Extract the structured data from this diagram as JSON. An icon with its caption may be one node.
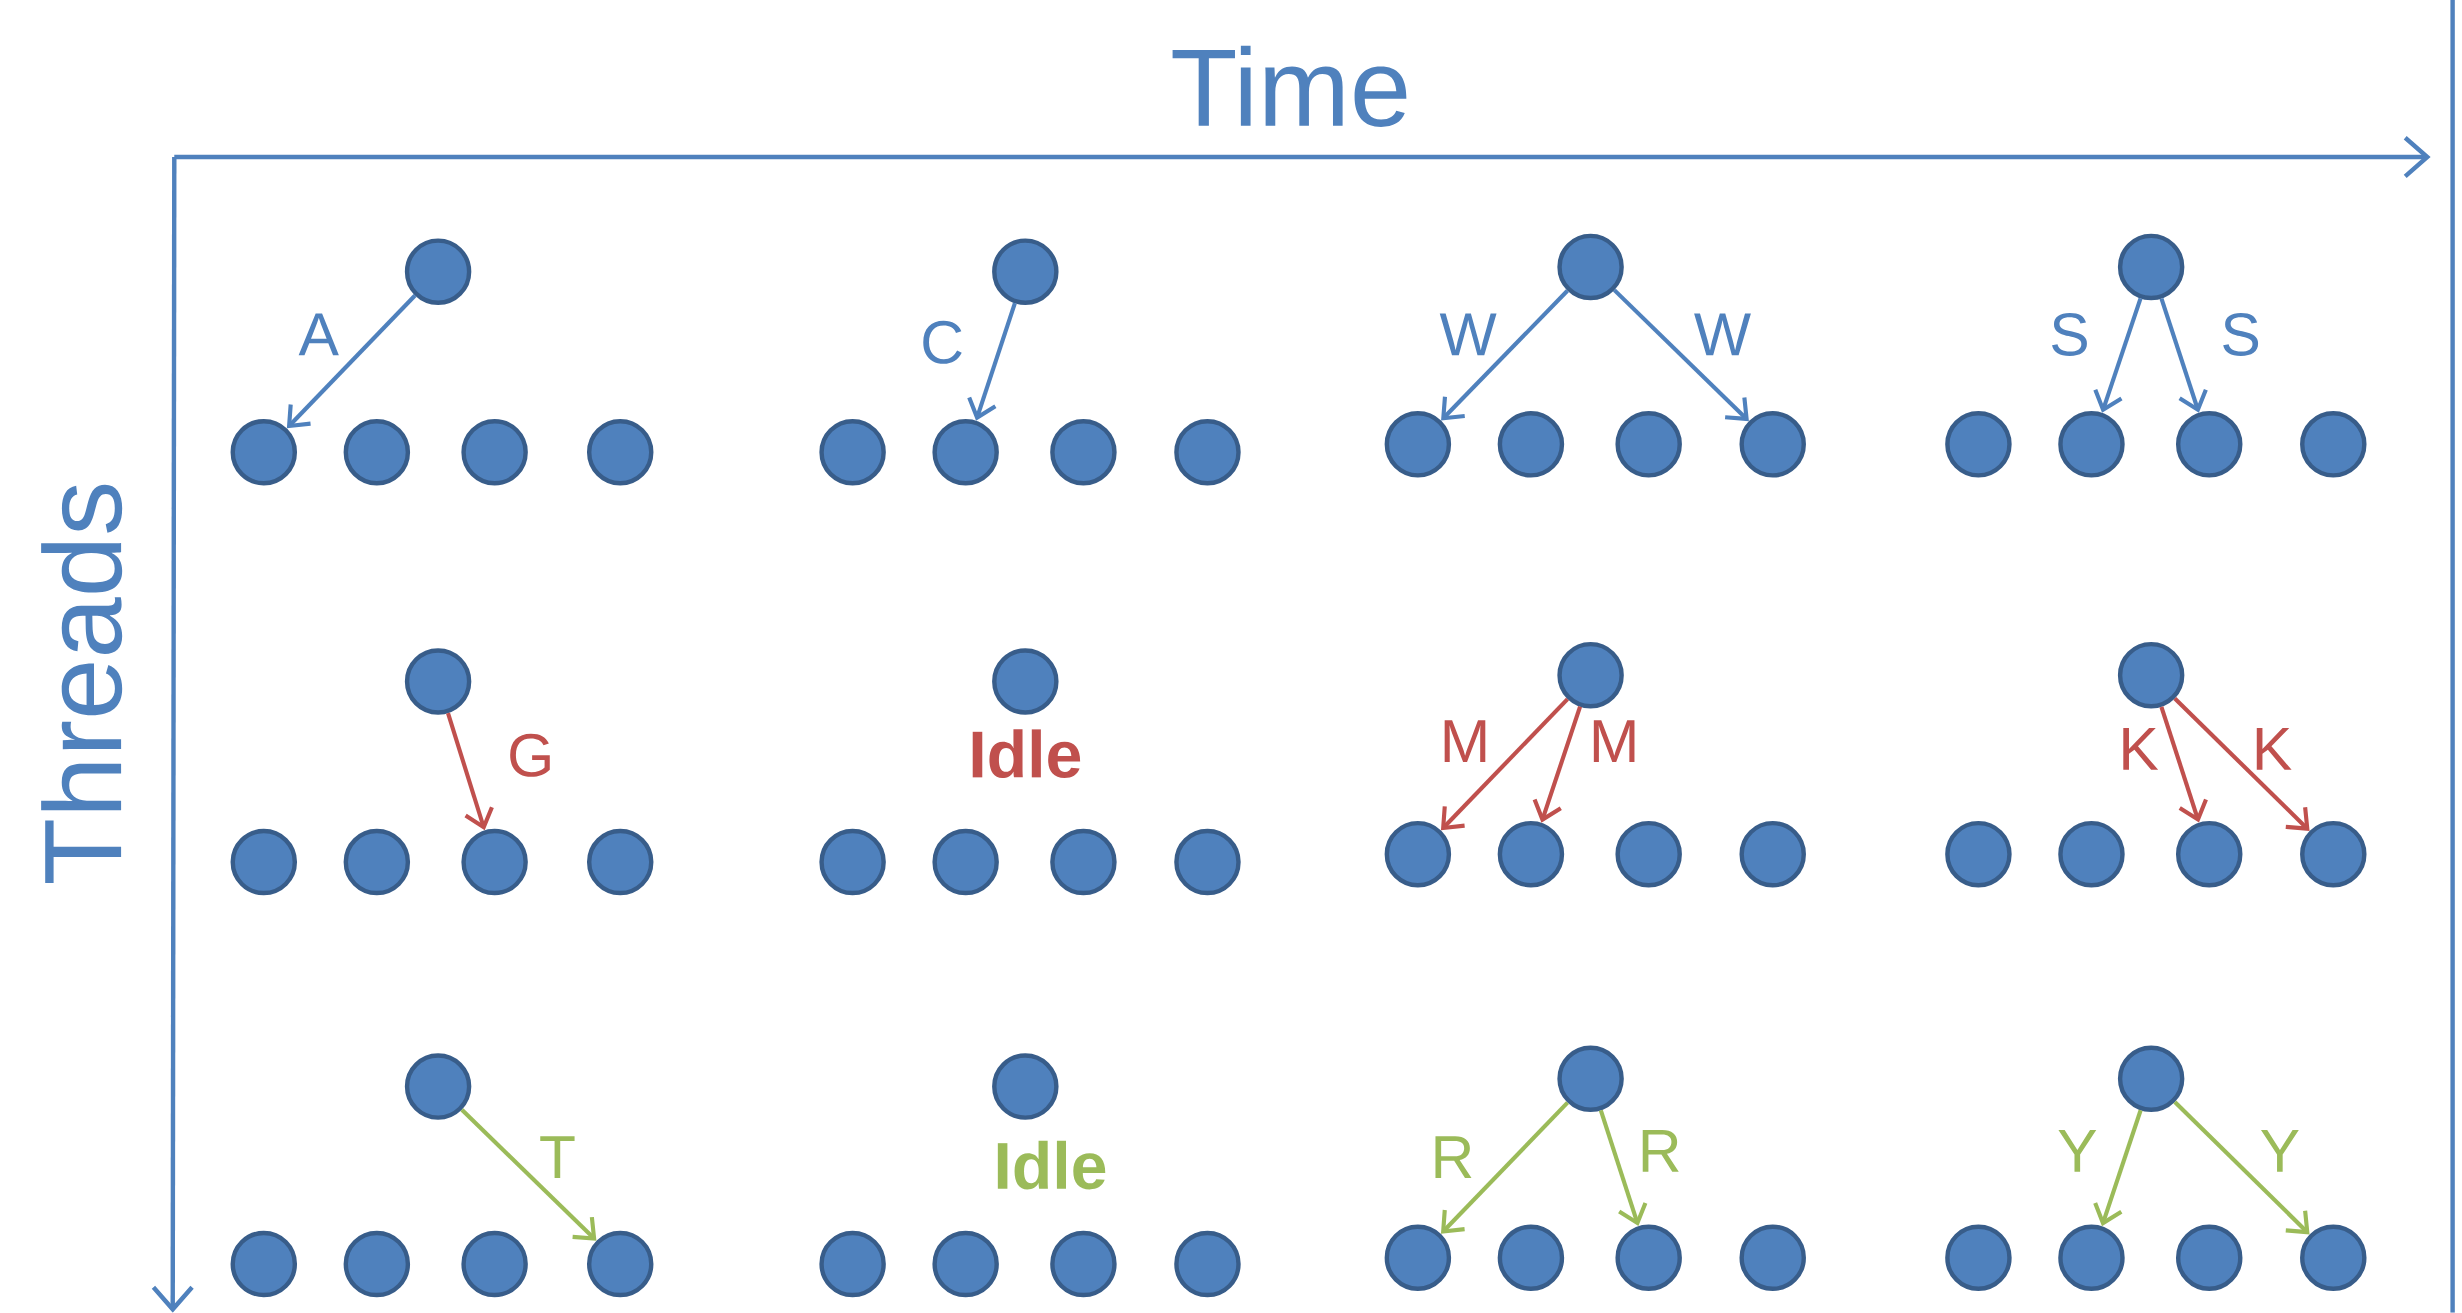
{
  "diagram": {
    "nodes": [
      {
        "text": [],
        "shape": "circle"
      },
      {
        "text": [],
        "shape": "circle"
      },
      {
        "text": [],
        "shape": "circle"
      },
      {
        "text": [],
        "shape": "circle"
      },
      {
        "text": [],
        "shape": "circle"
      },
      {
        "text": [],
        "shape": "circle"
      },
      {
        "text": [],
        "shape": "circle"
      },
      {
        "text": [],
        "shape": "circle"
      },
      {
        "text": [],
        "shape": "circle"
      },
      {
        "text": [],
        "shape": "circle"
      },
      {
        "text": [],
        "shape": "circle"
      },
      {
        "text": [],
        "shape": "circle"
      },
      {
        "text": [],
        "shape": "circle"
      },
      {
        "text": [],
        "shape": "circle"
      },
      {
        "text": [],
        "shape": "circle"
      },
      {
        "text": [],
        "shape": "circle"
      },
      {
        "text": [],
        "shape": "circle"
      },
      {
        "text": [],
        "shape": "circle"
      },
      {
        "text": [],
        "shape": "circle"
      },
      {
        "text": [],
        "shape": "circle"
      },
      {
        "text": [],
        "shape": "circle"
      },
      {
        "text": [],
        "shape": "circle"
      },
      {
        "text": [],
        "shape": "circle"
      },
      {
        "text": [],
        "shape": "circle"
      },
      {
        "text": [],
        "shape": "circle"
      },
      {
        "text": [],
        "shape": "circle"
      },
      {
        "text": [],
        "shape": "circle"
      },
      {
        "text": [],
        "shape": "circle"
      },
      {
        "text": [],
        "shape": "circle"
      },
      {
        "text": [],
        "shape": "circle"
      },
      {
        "text": [],
        "shape": "circle"
      },
      {
        "text": [],
        "shape": "circle"
      },
      {
        "text": [],
        "shape": "circle"
      },
      {
        "text": [],
        "shape": "circle"
      },
      {
        "text": [],
        "shape": "circle"
      },
      {
        "text": [],
        "shape": "circle"
      },
      {
        "text": [],
        "shape": "circle"
      },
      {
        "text": [],
        "shape": "circle"
      },
      {
        "text": [],
        "shape": "circle"
      },
      {
        "text": [],
        "shape": "circle"
      },
      {
        "text": [],
        "shape": "circle"
      },
      {
        "text": [],
        "shape": "circle"
      },
      {
        "text": [],
        "shape": "circle"
      },
      {
        "text": [],
        "shape": "circle"
      },
      {
        "text": [],
        "shape": "circle"
      },
      {
        "text": [],
        "shape": "circle"
      },
      {
        "text": [],
        "shape": "circle"
      },
      {
        "text": [],
        "shape": "circle"
      },
      {
        "text": [],
        "shape": "circle"
      },
      {
        "text": [],
        "shape": "circle"
      },
      {
        "text": [],
        "shape": "circle"
      },
      {
        "text": [],
        "shape": "circle"
      },
      {
        "text": [],
        "shape": "circle"
      },
      {
        "text": [],
        "shape": "circle"
      },
      {
        "text": [],
        "shape": "circle"
      },
      {
        "text": [],
        "shape": "circle"
      },
      {
        "text": [],
        "shape": "circle"
      },
      {
        "text": [],
        "shape": "circle"
      },
      {
        "text": [],
        "shape": "circle"
      },
      {
        "text": [],
        "shape": "circle"
      }
    ],
    "edges": [
      {
        "from": 0,
        "to": 1,
        "arrow": "to",
        "label": "A"
      },
      {
        "from": 5,
        "to": 7,
        "arrow": "to",
        "label": "C"
      },
      {
        "from": 10,
        "to": 11,
        "arrow": "to",
        "label": "W"
      },
      {
        "from": 10,
        "to": 14,
        "arrow": "to",
        "label": "W"
      },
      {
        "from": 15,
        "to": 17,
        "arrow": "to",
        "label": "S"
      },
      {
        "from": 15,
        "to": 18,
        "arrow": "to",
        "label": "S"
      },
      {
        "from": 20,
        "to": 23,
        "arrow": "to",
        "label": "G",
        "color": "#c0504d"
      },
      {
        "from": 30,
        "to": 31,
        "arrow": "to",
        "label": "M",
        "color": "#c0504d"
      },
      {
        "from": 30,
        "to": 32,
        "arrow": "to",
        "label": "M",
        "color": "#c0504d"
      },
      {
        "from": 35,
        "to": 38,
        "arrow": "to",
        "label": "K",
        "color": "#c0504d"
      },
      {
        "from": 35,
        "to": 39,
        "arrow": "to",
        "label": "K",
        "color": "#c0504d"
      },
      {
        "from": 40,
        "to": 44,
        "arrow": "to",
        "label": "T",
        "color": "#9bbb59"
      },
      {
        "from": 50,
        "to": 51,
        "arrow": "to",
        "label": "R",
        "color": "#9bbb59"
      },
      {
        "from": 50,
        "to": 53,
        "arrow": "to",
        "label": "R",
        "color": "#9bbb59"
      },
      {
        "from": 55,
        "to": 57,
        "arrow": "to",
        "label": "Y",
        "color": "#9bbb59"
      },
      {
        "from": 55,
        "to": 59,
        "arrow": "to",
        "label": "Y",
        "color": "#9bbb59"
      }
    ],
    "labels": [
      "Time",
      "Threads",
      "Idle",
      "Idle"
    ]
  }
}
